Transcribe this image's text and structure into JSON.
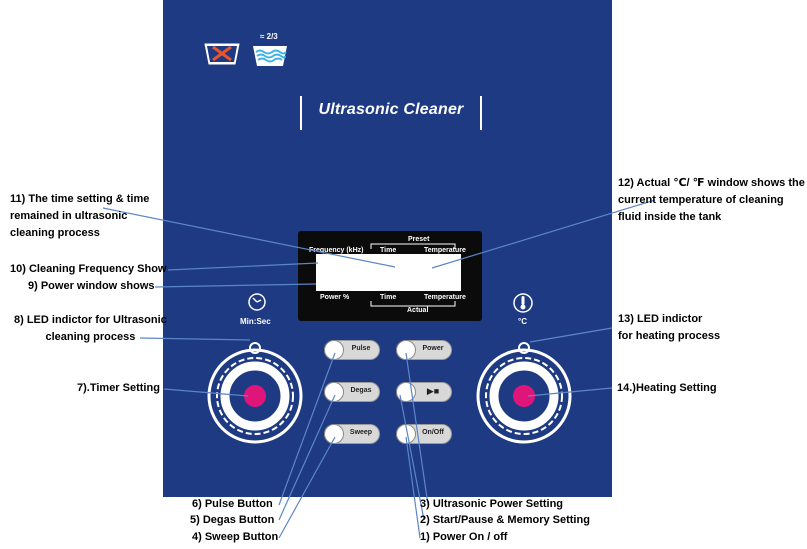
{
  "panel": {
    "title": "Ultrasonic Cleaner",
    "water_level_mark": "≈ 2/3",
    "timer_knob_label": "Min:Sec",
    "heat_knob_label": "°C"
  },
  "lcd": {
    "preset_label": "Preset",
    "actual_label": "Actual",
    "frequency_label": "Frequency (kHz)",
    "power_label": "Power %",
    "time_top": "Time",
    "temperature_top": "Temperature",
    "time_bottom": "Time",
    "temperature_bottom": "Temperature"
  },
  "buttons": {
    "pulse": "Pulse",
    "degas": "Degas",
    "sweep": "Sweep",
    "power": "Power",
    "start_pause": "▶■",
    "onoff": "On/Off"
  },
  "annotations": {
    "a1": "1) Power On / off",
    "a2": "2) Start/Pause & Memory Setting",
    "a3": "3) Ultrasonic Power Setting",
    "a4": "4) Sweep Button",
    "a5": "5) Degas Button",
    "a6": "6) Pulse Button",
    "a7": "7).Timer Setting",
    "a8_l1": "8) LED indictor for Ultrasonic",
    "a8_l2": "cleaning  process",
    "a9": "9) Power window shows",
    "a10": "10) Cleaning Frequency Show",
    "a11_l1": "11) The time setting & time",
    "a11_l2": "remained in ultrasonic",
    "a11_l3": "cleaning process",
    "a12_l1": "12) Actual ℃/ ℉ window shows the",
    "a12_l2": "current temperature of cleaning",
    "a12_l3": "fluid inside the tank",
    "a13_l1": "13) LED indictor",
    "a13_l2": "for heating process",
    "a14": "14.)Heating Setting"
  },
  "colors": {
    "panel": "#1e3a82",
    "knob_center": "#e0157a",
    "leader_line": "#5b86c8"
  }
}
